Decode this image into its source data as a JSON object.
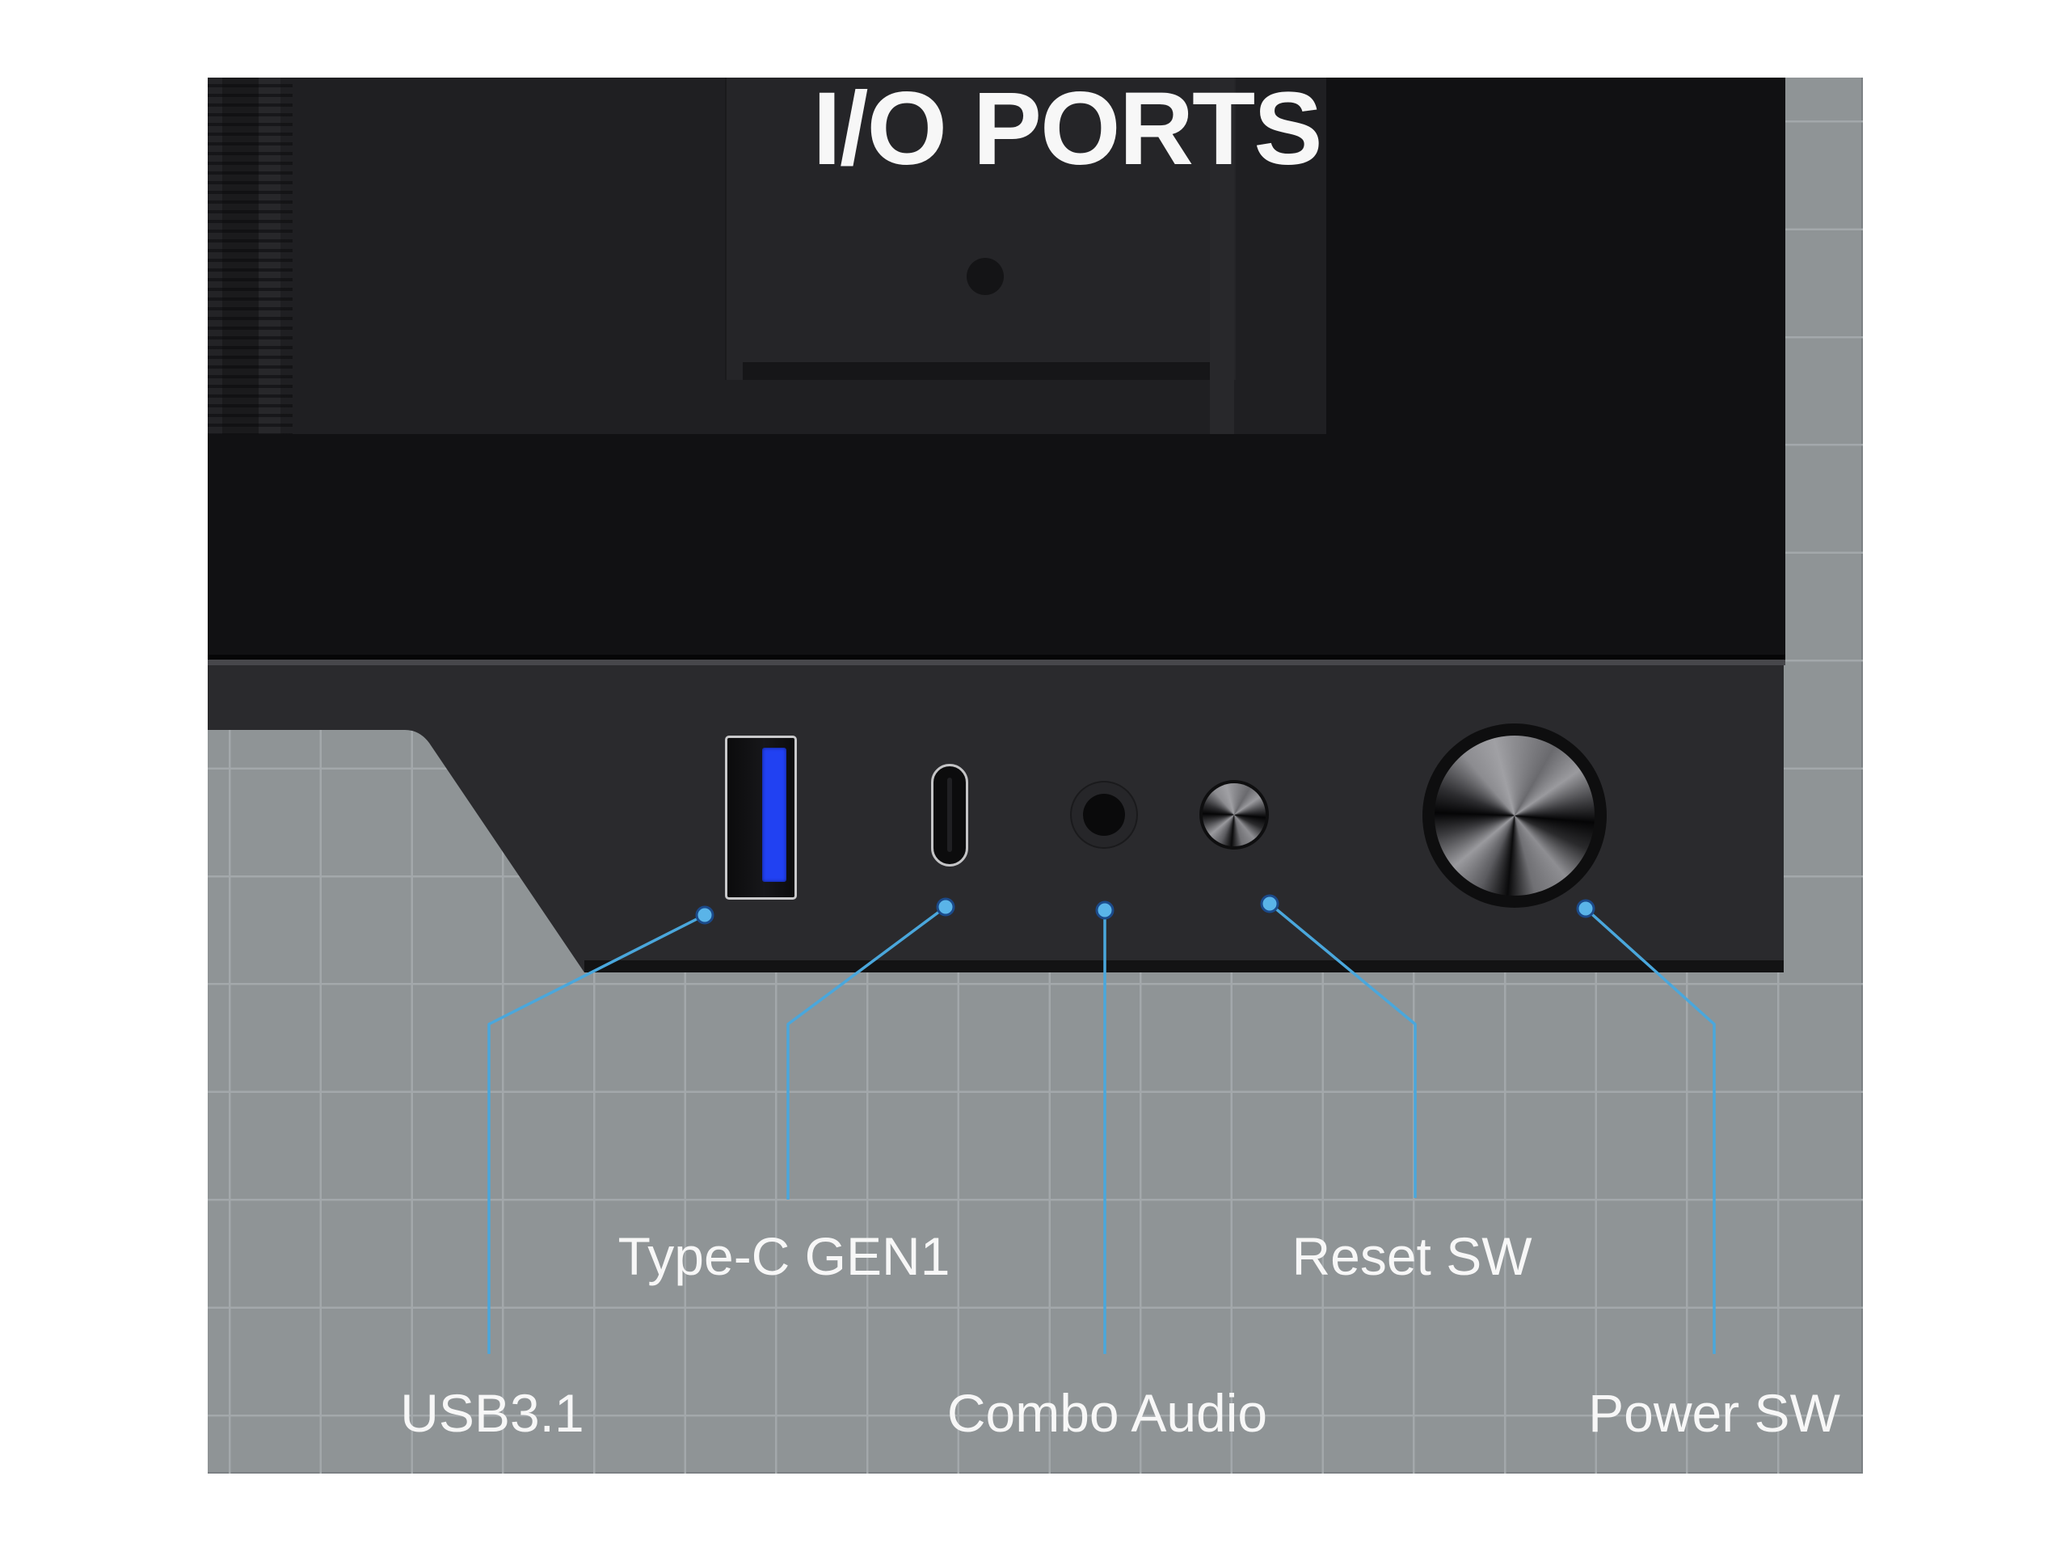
{
  "title": "I/O PORTS",
  "colors": {
    "background": "#8f9496",
    "grid_line": "#a3a8ab",
    "leader_line": "#4aa7dc",
    "leader_dot": "#5ab4e8",
    "leader_dot_outline": "#1b4a8a",
    "usb_insert": "#2141f2",
    "chassis": "#2a2a2d",
    "label_text": "#f7f7f7"
  },
  "ports": [
    {
      "id": "usb",
      "label": "USB3.1",
      "icon": "usb-a-port-icon"
    },
    {
      "id": "typec",
      "label": "Type-C GEN1",
      "icon": "usb-c-port-icon"
    },
    {
      "id": "audio",
      "label": "Combo Audio",
      "icon": "audio-jack-icon"
    },
    {
      "id": "reset",
      "label": "Reset SW",
      "icon": "reset-button-icon"
    },
    {
      "id": "power",
      "label": "Power SW",
      "icon": "power-button-icon"
    }
  ]
}
